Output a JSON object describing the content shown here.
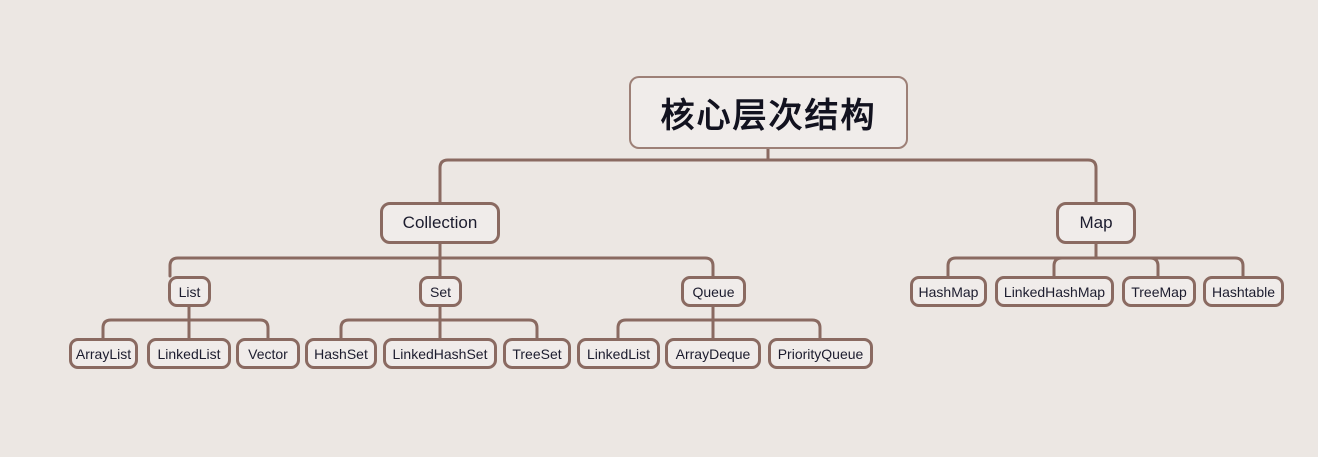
{
  "diagram": {
    "title": "核心层次结构",
    "background_color": "#ece7e3",
    "node_fill": "#f0ecea",
    "node_border": "#8a6a61",
    "text_color": "#1c1c2e",
    "root": {
      "label": "核心层次结构",
      "children": [
        {
          "label": "Collection",
          "children": [
            {
              "label": "List",
              "children": [
                {
                  "label": "ArrayList"
                },
                {
                  "label": "LinkedList"
                },
                {
                  "label": "Vector"
                }
              ]
            },
            {
              "label": "Set",
              "children": [
                {
                  "label": "HashSet"
                },
                {
                  "label": "LinkedHashSet"
                },
                {
                  "label": "TreeSet"
                }
              ]
            },
            {
              "label": "Queue",
              "children": [
                {
                  "label": "LinkedList"
                },
                {
                  "label": "ArrayDeque"
                },
                {
                  "label": "PriorityQueue"
                }
              ]
            }
          ]
        },
        {
          "label": "Map",
          "children": [
            {
              "label": "HashMap"
            },
            {
              "label": "LinkedHashMap"
            },
            {
              "label": "TreeMap"
            },
            {
              "label": "Hashtable"
            }
          ]
        }
      ]
    },
    "nodes": {
      "root": {
        "label": "核心层次结构"
      },
      "collection": {
        "label": "Collection"
      },
      "map": {
        "label": "Map"
      },
      "list": {
        "label": "List"
      },
      "set": {
        "label": "Set"
      },
      "queue": {
        "label": "Queue"
      },
      "arraylist": {
        "label": "ArrayList"
      },
      "linkedlist1": {
        "label": "LinkedList"
      },
      "vector": {
        "label": "Vector"
      },
      "hashset": {
        "label": "HashSet"
      },
      "linkedhashset": {
        "label": "LinkedHashSet"
      },
      "treeset": {
        "label": "TreeSet"
      },
      "linkedlist2": {
        "label": "LinkedList"
      },
      "arraydeque": {
        "label": "ArrayDeque"
      },
      "priorityqueue": {
        "label": "PriorityQueue"
      },
      "hashmap": {
        "label": "HashMap"
      },
      "linkedhashmap": {
        "label": "LinkedHashMap"
      },
      "treemap": {
        "label": "TreeMap"
      },
      "hashtable": {
        "label": "Hashtable"
      }
    }
  }
}
